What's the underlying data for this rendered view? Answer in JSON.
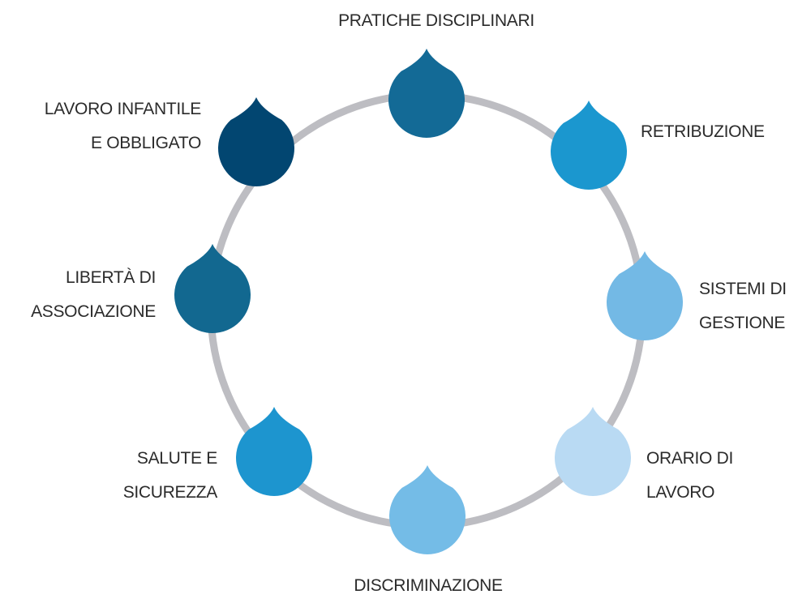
{
  "diagram": {
    "ring_color": "#bdbdc2",
    "nodes": [
      {
        "id": "pratiche",
        "lines": [
          "PRATICHE DISCIPLINARI"
        ],
        "color": "#136a96"
      },
      {
        "id": "retribuzione",
        "lines": [
          "RETRIBUZIONE"
        ],
        "color": "#1b97cf"
      },
      {
        "id": "sistemi",
        "lines": [
          "SISTEMI DI",
          "GESTIONE"
        ],
        "color": "#73b9e5"
      },
      {
        "id": "orario",
        "lines": [
          "ORARIO DI",
          "LAVORO"
        ],
        "color": "#b9daf3"
      },
      {
        "id": "discriminazione",
        "lines": [
          "DISCRIMINAZIONE"
        ],
        "color": "#74bce7"
      },
      {
        "id": "salute",
        "lines": [
          "SALUTE E",
          "SICUREZZA"
        ],
        "color": "#1d95cf"
      },
      {
        "id": "liberta",
        "lines": [
          "LIBERTÀ DI",
          "ASSOCIAZIONE"
        ],
        "color": "#126890"
      },
      {
        "id": "lavoro",
        "lines": [
          "LAVORO INFANTILE",
          "E OBBLIGATO"
        ],
        "color": "#024671"
      }
    ]
  }
}
